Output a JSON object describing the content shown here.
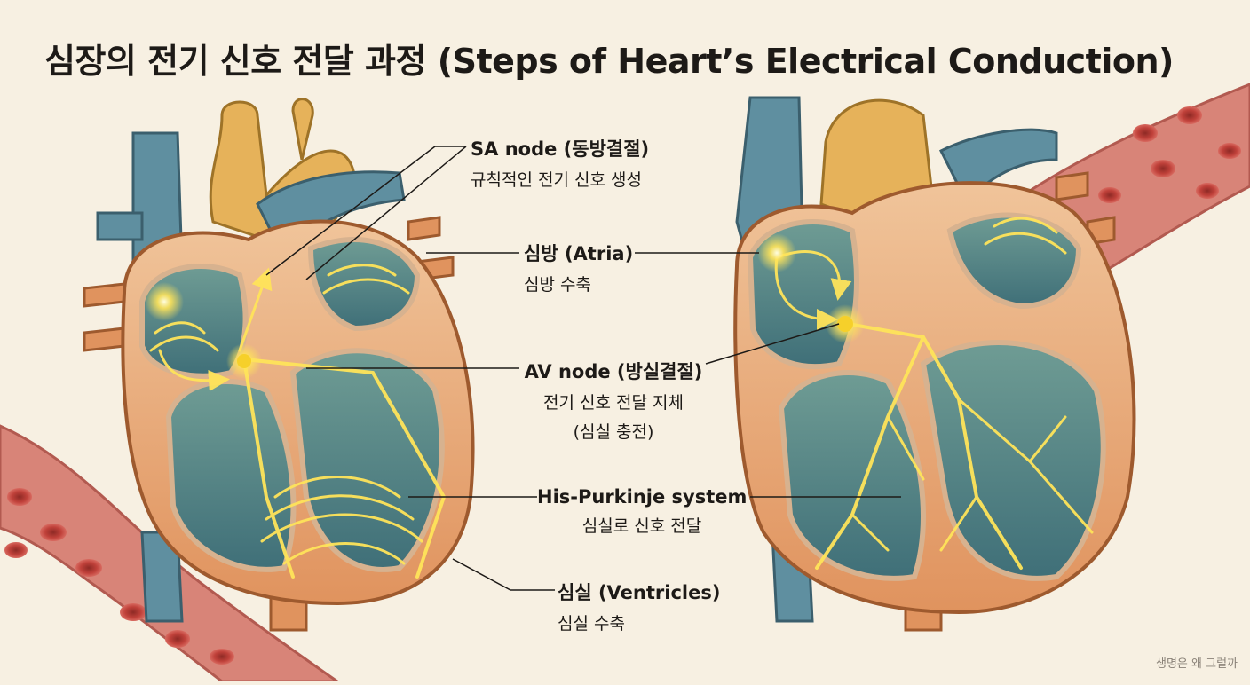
{
  "title": "심장의 전기 신호 전달 과정 (Steps of Heart’s Electrical Conduction)",
  "labels": [
    {
      "heading": "SA node (동방결절)",
      "sub": "규칙적인 전기 신호 생성"
    },
    {
      "heading": "심방 (Atria)",
      "sub": "심방 수축"
    },
    {
      "heading": "AV node (방실결절)",
      "sub": "전기 신호 전달 지체",
      "sub2": "(심실 충전)"
    },
    {
      "heading": "His-Purkinje system",
      "sub": "심실로 신호 전달"
    },
    {
      "heading": "심실 (Ventricles)",
      "sub": "심실 수축"
    }
  ],
  "credit": "생명은 왜 그럴까",
  "colors": {
    "background": "#f7f0e2",
    "muscle": "#e8a874",
    "aorta": "#e6b25a",
    "vein": "#5f8fa0",
    "chamber": "#5b8d8e",
    "signal": "#ffe45a",
    "vessel": "#d47a6e",
    "blood_cell": "#c0413a"
  },
  "icons": [
    "sa-node-glow-icon",
    "av-node-glow-icon",
    "signal-arrow-icon"
  ]
}
